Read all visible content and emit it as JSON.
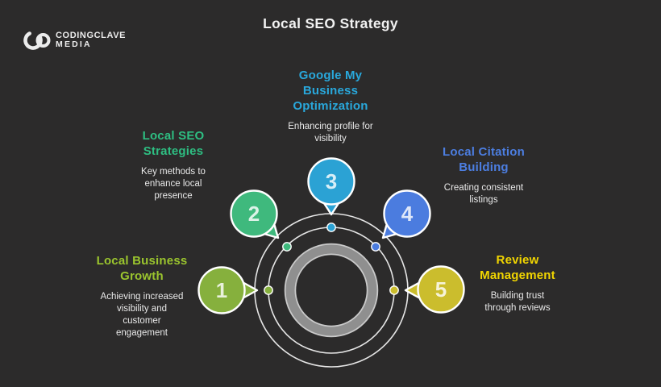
{
  "brand": {
    "name_line1": "CODINGCLAVE",
    "name_line2": "MEDIA",
    "logo_icon": "interlocked-rings"
  },
  "title": "Local SEO Strategy",
  "colors": {
    "background": "#2C2B2B",
    "circle_line": "#E6E6E6",
    "ring_edge": "#CACACA",
    "ring_band": "#8F8F8F",
    "bubble_border": "#FFFFFF",
    "body_text": "#E9E9E9",
    "title_text": "#F2F2F2"
  },
  "steps": [
    {
      "number": "1",
      "heading": "Local Business\nGrowth",
      "description": "Achieving increased\nvisibility and\ncustomer\nengagement",
      "heading_color": "#9BC52E",
      "bubble_color": "#86B03D"
    },
    {
      "number": "2",
      "heading": "Local SEO\nStrategies",
      "description": "Key methods to\nenhance local\npresence",
      "heading_color": "#2EBE82",
      "bubble_color": "#3FB97D"
    },
    {
      "number": "3",
      "heading": "Google My\nBusiness\nOptimization",
      "description": "Enhancing profile for\nvisibility",
      "heading_color": "#29A8DC",
      "bubble_color": "#2BA2D4"
    },
    {
      "number": "4",
      "heading": "Local Citation\nBuilding",
      "description": "Creating consistent\nlistings",
      "heading_color": "#4C7EE1",
      "bubble_color": "#4B7CDF"
    },
    {
      "number": "5",
      "heading": "Review\nManagement",
      "description": "Building trust\nthrough reviews",
      "heading_color": "#F2D600",
      "bubble_color": "#CBBD2D"
    }
  ]
}
